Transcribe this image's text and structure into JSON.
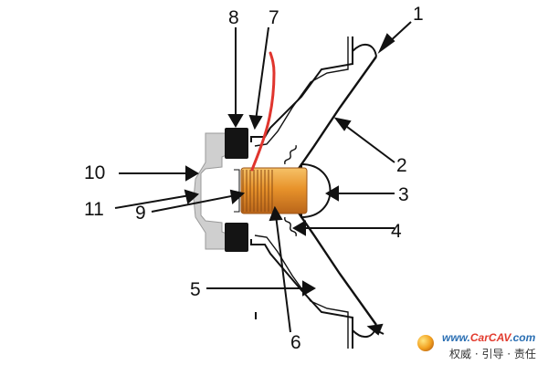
{
  "diagram": {
    "labels": {
      "l1": "1",
      "l2": "2",
      "l3": "3",
      "l4": "4",
      "l5": "5",
      "l6": "6",
      "l7": "7",
      "l8": "8",
      "l9": "9",
      "l10": "10",
      "l11": "11"
    },
    "colors": {
      "line": "#111111",
      "pole_piece": "#cfcfcf",
      "magnet": "#141414",
      "voice_coil": "#e8932b",
      "lead_wire": "#e0352e",
      "dust_cap": "#ffffff"
    }
  },
  "watermark": {
    "url_prefix": "www.",
    "url_brand": "CarCAV",
    "url_suffix": ".com",
    "tagline": "权威 · 引导 · 责任",
    "colors": {
      "url": "#2b6fb3",
      "brand": "#e23b2e"
    }
  }
}
